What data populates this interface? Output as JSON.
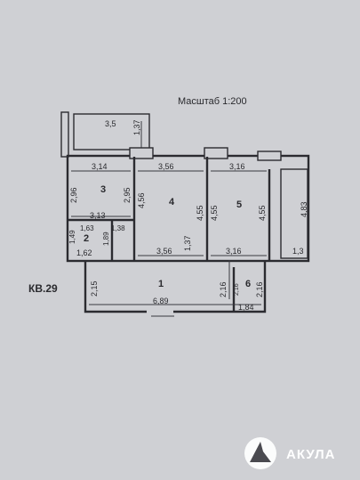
{
  "header": {
    "scale": "Масштаб 1:200"
  },
  "apartment_label": "КВ.29",
  "rooms": [
    {
      "number": "1"
    },
    {
      "number": "2"
    },
    {
      "number": "3"
    },
    {
      "number": "4"
    },
    {
      "number": "5"
    },
    {
      "number": "6"
    }
  ],
  "dimensions": {
    "balcony_width": "3,5",
    "balcony_depth": "1,37",
    "room3_width": "3,14",
    "room3_height": "2,96",
    "room3_height_inner": "2,95",
    "room4_width_top": "3,56",
    "room4_height": "4,56",
    "room4_height_right": "4,55",
    "room5_width_top": "3,16",
    "room5_height": "4,55",
    "room5_ext_height": "4,83",
    "room2_width_top": "3,13",
    "room2_a": "1,63",
    "room2_b": "1,38",
    "room2_height": "1,49",
    "room2_height_b": "1,89",
    "room2_width_bottom": "1,62",
    "room4_width_bottom": "3,56",
    "room4_door": "1,37",
    "room5_width_bottom": "3,16",
    "ext_right": "1,3",
    "hall_height_left": "2,15",
    "hall_width": "6,89",
    "room6_h1": "2,16",
    "room6_h2": "2,16",
    "room6_h3": "2,16",
    "room6_width": "1,84"
  },
  "brand": {
    "name": "АКУЛА",
    "accent": "#3f3f44"
  }
}
